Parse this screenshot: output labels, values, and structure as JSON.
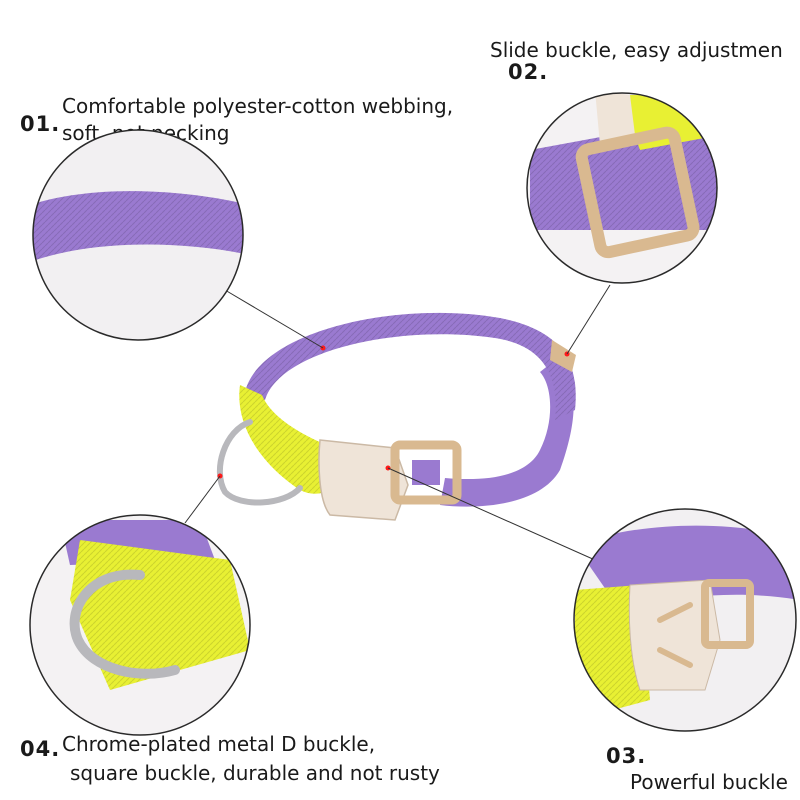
{
  "callouts": [
    {
      "number": "01.",
      "lines": [
        "Comfortable polyester-cotton webbing,",
        "soft, not necking"
      ]
    },
    {
      "number": "02.",
      "lines": [
        "Slide buckle, easy adjustmen"
      ]
    },
    {
      "number": "03.",
      "lines": [
        "Powerful buckle"
      ]
    },
    {
      "number": "04.",
      "lines": [
        "Chrome-plated metal D buckle,",
        "square buckle, durable and not rusty"
      ]
    }
  ],
  "colors": {
    "purple": "#9a7ad0",
    "yellow": "#e8f033",
    "buckle_tan": "#d9b990",
    "buckle_clear": "#efe4d8",
    "metal": "#b8b8bc",
    "marker": "#ff1a1a"
  }
}
